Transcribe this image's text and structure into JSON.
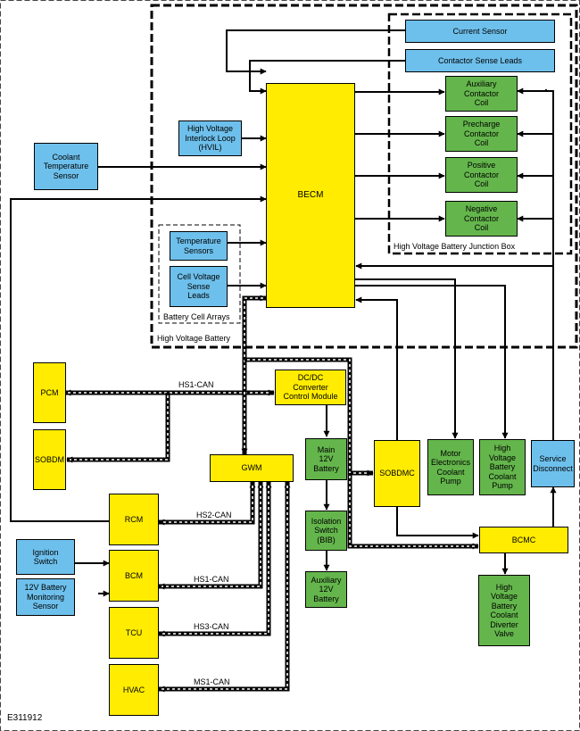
{
  "figure_id": "E311912",
  "groups": {
    "hv_battery": "High Voltage Battery",
    "junction_box": "High Voltage Battery Junction Box",
    "cell_arrays": "Battery Cell Arrays"
  },
  "blocks": {
    "becm": "BECM",
    "current_sensor": "Current Sensor",
    "contactor_sense": "Contactor Sense Leads",
    "aux_coil": "Auxiliary\nContactor\nCoil",
    "precharge_coil": "Precharge\nContactor\nCoil",
    "positive_coil": "Positive\nContactor\nCoil",
    "negative_coil": "Negative\nContactor\nCoil",
    "hvil": "High Voltage\nInterlock Loop\n(HVIL)",
    "coolant_temp": "Coolant\nTemperature\nSensor",
    "temp_sensors": "Temperature\nSensors",
    "cell_voltage": "Cell Voltage\nSense\nLeads",
    "pcm": "PCM",
    "sobdm": "SOBDM",
    "dcdc": "DC/DC\nConverter\nControl Module",
    "gwm": "GWM",
    "main_battery": "Main\n12V\nBattery",
    "isolation_switch": "Isolation\nSwitch\n(BIB)",
    "aux_battery": "Auxiliary\n12V\nBattery",
    "sobdmc": "SOBDMC",
    "motor_pump": "Motor\nElectronics\nCoolant\nPump",
    "hv_pump": "High\nVoltage\nBattery\nCoolant\nPump",
    "service_disconnect": "Service\nDisconnect",
    "bcmc": "BCMC",
    "diverter": "High\nVoltage\nBattery\nCoolant\nDiverter\nValve",
    "rcm": "RCM",
    "bcm": "BCM",
    "tcu": "TCU",
    "hvac": "HVAC",
    "ignition": "Ignition\nSwitch",
    "battery_monitor": "12V Battery\nMonitoring\nSensor"
  },
  "bus_labels": {
    "hs1_pcm": "HS1-CAN",
    "hs2": "HS2-CAN",
    "hs1_bcm": "HS1-CAN",
    "hs3": "HS3-CAN",
    "ms1": "MS1-CAN"
  },
  "colors": {
    "module": "#ffec00",
    "sensor": "#6ec0ec",
    "component": "#64b64c",
    "line": "#000000"
  }
}
